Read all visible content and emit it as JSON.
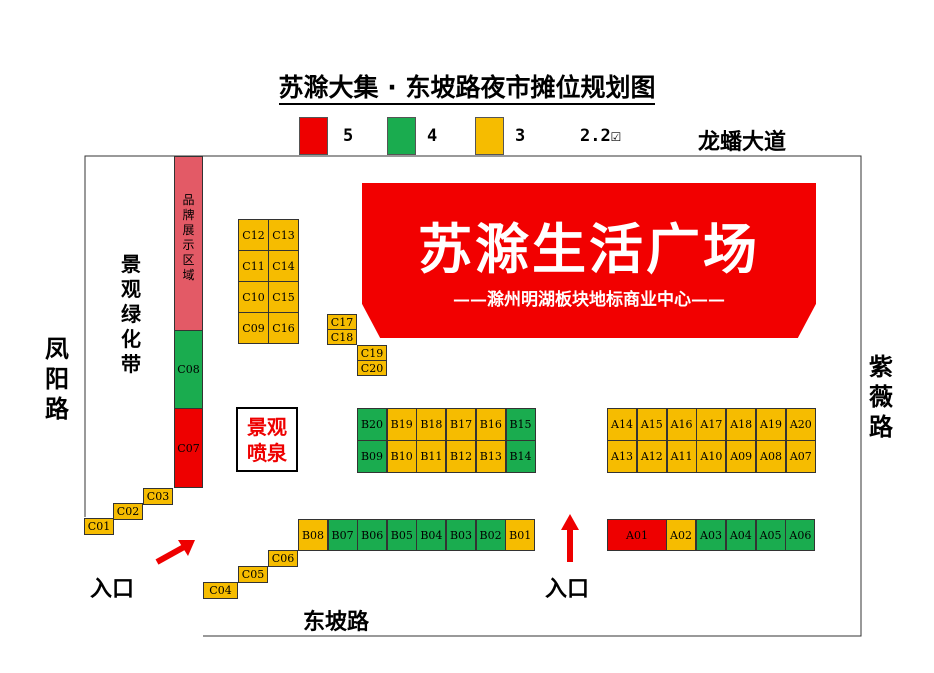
{
  "title": "苏滁大集 · 东坡路夜市摊位规划图",
  "legend": [
    {
      "color": "#ee0000",
      "label": "5"
    },
    {
      "color": "#1aac4f",
      "label": "4"
    },
    {
      "color": "#f6bc00",
      "label": "3"
    },
    {
      "color": "",
      "label": "2.2☑"
    }
  ],
  "roads": {
    "top": "龙蟠大道",
    "left": "凤阳路",
    "right": "紫薇路",
    "bottom": "东坡路"
  },
  "plaza": {
    "title": "苏滁生活广场",
    "subtitle": "——滁州明湖板块地标商业中心——"
  },
  "landscape": {
    "greenbelt": "景观绿化带",
    "fountain": "景观喷泉",
    "brand_area": "品牌展示区域"
  },
  "entrances": {
    "left": "入口",
    "right": "入口"
  },
  "stalls": {
    "c_block": [
      "C12",
      "C13",
      "C11",
      "C14",
      "C10",
      "C15",
      "C09",
      "C16"
    ],
    "c_stair": [
      "C17",
      "C18",
      "C19",
      "C20"
    ],
    "c_left": [
      "C08",
      "C07"
    ],
    "c_bottom_left": [
      "C01",
      "C02",
      "C03"
    ],
    "c_bottom": [
      "C04",
      "C05",
      "C06"
    ],
    "b_top": [
      "B20",
      "B19",
      "B18",
      "B17",
      "B16",
      "B15"
    ],
    "b_mid": [
      "B09",
      "B10",
      "B11",
      "B12",
      "B13",
      "B14"
    ],
    "b_bottom": [
      "B08",
      "B07",
      "B06",
      "B05",
      "B04",
      "B03",
      "B02",
      "B01"
    ],
    "a_top": [
      "A14",
      "A15",
      "A16",
      "A17",
      "A18",
      "A19",
      "A20"
    ],
    "a_mid": [
      "A13",
      "A12",
      "A11",
      "A10",
      "A09",
      "A08",
      "A07"
    ],
    "a_bottom": [
      "A01",
      "A02",
      "A03",
      "A04",
      "A05",
      "A06"
    ]
  },
  "colors": {
    "red": "#ee0000",
    "green": "#1aac4f",
    "orange": "#f6bc00",
    "pink": "#e35a66",
    "plaza": "#f20000"
  }
}
